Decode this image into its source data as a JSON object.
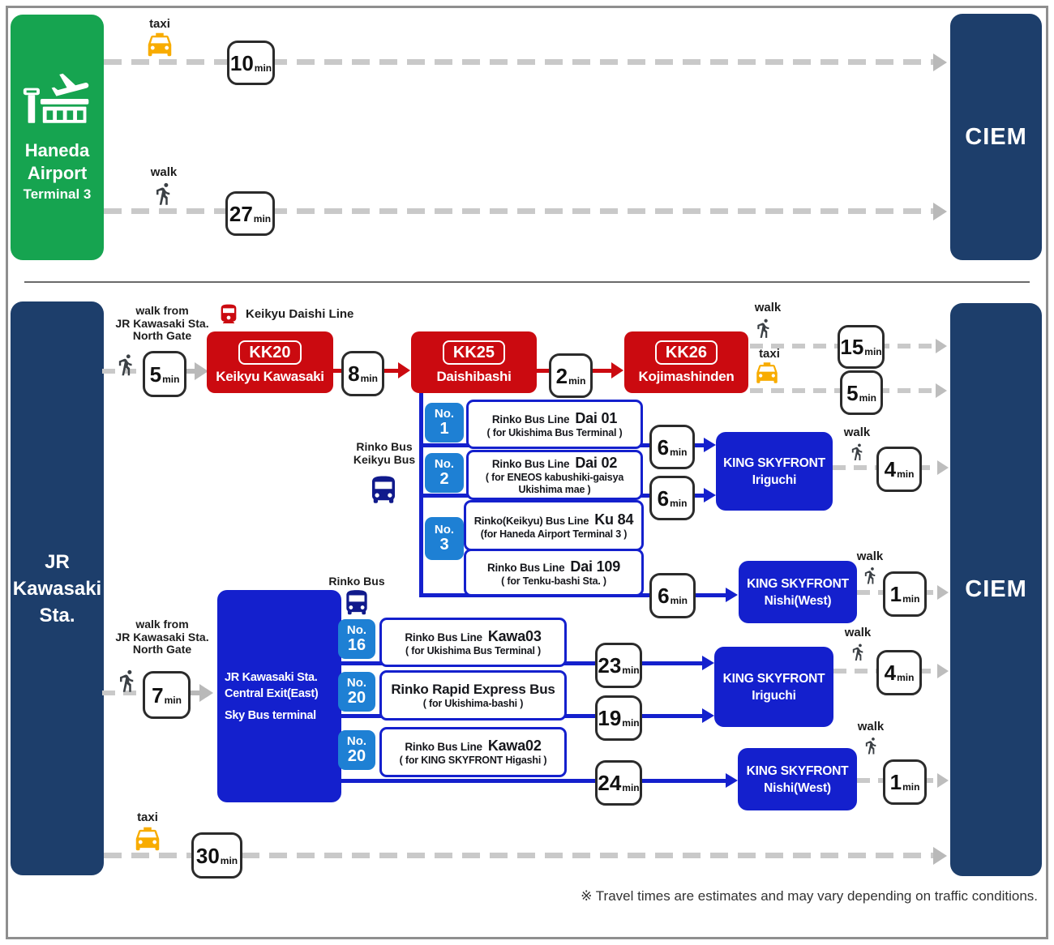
{
  "labels": {
    "taxi": "taxi",
    "walk": "walk",
    "min": "min",
    "walk_from_1": "walk from",
    "walk_from_2": "JR Kawasaki Sta.",
    "walk_from_3": "North Gate",
    "keikyu_daishi_line": "Keikyu Daishi Line",
    "rinko_bus": "Rinko Bus",
    "keikyu_bus": "Keikyu Bus",
    "footnote": "※ Travel times are estimates and may vary depending on traffic conditions."
  },
  "nodes": {
    "haneda": {
      "line1": "Haneda",
      "line2": "Airport",
      "line3": "Terminal 3"
    },
    "ciem": "CIEM",
    "jr_kawasaki": {
      "line1": "JR",
      "line2": "Kawasaki",
      "line3": "Sta."
    },
    "kk20": {
      "code": "KK20",
      "name": "Keikyu Kawasaki"
    },
    "kk25": {
      "code": "KK25",
      "name": "Daishibashi"
    },
    "kk26": {
      "code": "KK26",
      "name": "Kojimashinden"
    },
    "skybus": {
      "line1": "JR Kawasaki Sta.",
      "line2": "Central Exit(East)",
      "line3": "Sky Bus terminal"
    },
    "ksf_iriguchi": {
      "line1": "KING SKYFRONT",
      "line2": "Iriguchi"
    },
    "ksf_nishi": {
      "line1": "KING SKYFRONT",
      "line2": "Nishi(West)"
    }
  },
  "times": {
    "haneda_taxi": "10",
    "haneda_walk": "27",
    "jr_walk_keikyu": "5",
    "kk20_to_kk25": "8",
    "kk25_to_kk26": "2",
    "kojimashinden_walk": "15",
    "kojimashinden_taxi": "5",
    "dai01_bus": "6",
    "dai02_bus": "6",
    "no3_bus": "6",
    "iriguchi_walk_a": "4",
    "nishi_walk_a": "1",
    "jr_walk_skybus": "7",
    "kawa03_bus": "23",
    "rapid_bus": "19",
    "kawa02_bus": "24",
    "iriguchi_walk_b": "4",
    "nishi_walk_b": "1",
    "jr_taxi": "30"
  },
  "bus_stops": {
    "no1": {
      "no": "No.",
      "num": "1",
      "route1": {
        "prefix": "Rinko Bus Line",
        "code": "Dai 01",
        "dest1": "( for Ukishima Bus Terminal )"
      }
    },
    "no2": {
      "no": "No.",
      "num": "2",
      "route1": {
        "prefix": "Rinko Bus Line",
        "code": "Dai 02",
        "dest1": "( for ENEOS kabushiki-gaisya",
        "dest2": "Ukishima mae )"
      }
    },
    "no3": {
      "no": "No.",
      "num": "3",
      "route1": {
        "prefix": "Rinko(Keikyu) Bus Line",
        "code": "Ku 84",
        "dest1": "(for Haneda Airport Terminal 3 )"
      },
      "route2": {
        "prefix": "Rinko Bus Line",
        "code": "Dai 109",
        "dest1": "( for Tenku-bashi Sta. )"
      }
    },
    "no16": {
      "no": "No.",
      "num": "16",
      "route1": {
        "prefix": "Rinko Bus Line",
        "code": "Kawa03",
        "dest1": "( for Ukishima Bus Terminal )"
      }
    },
    "no20a": {
      "no": "No.",
      "num": "20",
      "route1": {
        "prefix": "Rinko Rapid Express Bus",
        "code": "",
        "dest1": "( for Ukishima-bashi )"
      }
    },
    "no20b": {
      "no": "No.",
      "num": "20",
      "route1": {
        "prefix": "Rinko Bus Line",
        "code": "Kawa02",
        "dest1": "( for KING SKYFRONT Higashi )"
      }
    }
  },
  "colors": {
    "green": "#16a450",
    "navy": "#1d3e6b",
    "red": "#cb0a10",
    "blue": "#1420cd",
    "stand_blue": "#1e80d4",
    "taxi_yellow": "#f8ac00",
    "dash_gray": "#c9c9c9"
  }
}
